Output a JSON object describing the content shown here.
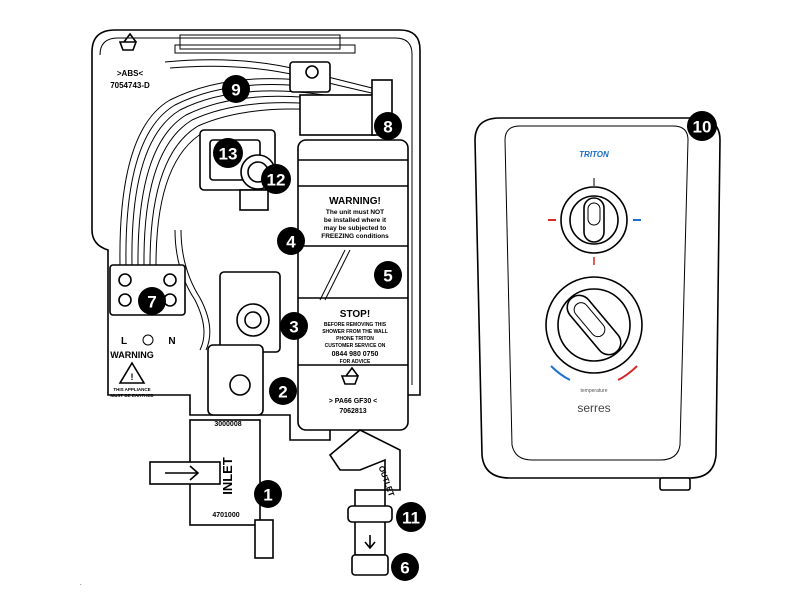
{
  "unit_labels": {
    "recycle_top": ">ABS<",
    "part_code_top": "7054743-D",
    "warning_left_title": "WARNING",
    "warning_left_line1": "THIS APPLIANCE",
    "warning_left_line2": "MUST BE EARTHED",
    "terminal_l": "L",
    "terminal_n": "N",
    "inlet": "INLET",
    "outlet": "OUTLET",
    "freeze_warning_title": "WARNING!",
    "freeze_warning_line1": "The unit must NOT",
    "freeze_warning_line2": "be installed where it",
    "freeze_warning_line3": "may be subjected to",
    "freeze_warning_line4": "FREEZING conditions",
    "stop_title": "STOP!",
    "stop_line1": "BEFORE REMOVING THIS",
    "stop_line2": "SHOWER FROM THE WALL",
    "stop_line3": "PHONE TRITON",
    "stop_line4": "CUSTOMER SERVICE ON",
    "stop_phone": "0844 980 0750",
    "stop_line5": "FOR ADVICE",
    "material_bottom": "> PA66 GF30 <",
    "part_code_bottom": "7062813",
    "code_small": "3000008",
    "inlet_small": "4701000"
  },
  "shower_front": {
    "brand": "TRITON",
    "dial_label": "temperature",
    "model": "serres"
  },
  "callouts": [
    "1",
    "2",
    "3",
    "4",
    "5",
    "6",
    "7",
    "8",
    "9",
    "10",
    "11",
    "12",
    "13"
  ],
  "colors": {
    "callout_fill": "#000000",
    "callout_text": "#ffffff",
    "hot": "#d62828",
    "cold": "#1f6fd1",
    "brand": "#1a6fc4"
  }
}
